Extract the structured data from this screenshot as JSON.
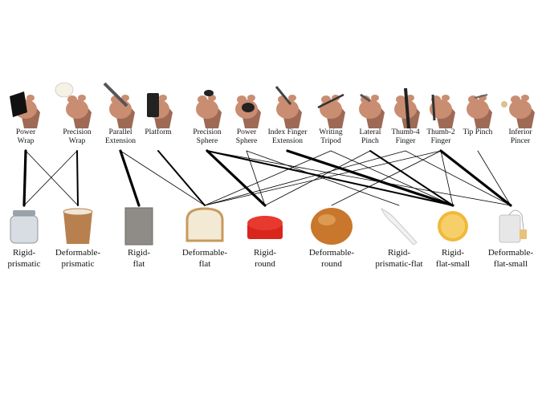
{
  "grasps": [
    {
      "id": "power-wrap",
      "lines": [
        "Power",
        "Wrap"
      ]
    },
    {
      "id": "precision-wrap",
      "lines": [
        "Precision",
        "Wrap"
      ]
    },
    {
      "id": "parallel-extension",
      "lines": [
        "Parallel",
        "Extension"
      ]
    },
    {
      "id": "platform",
      "lines": [
        "Platform"
      ]
    },
    {
      "id": "precision-sphere",
      "lines": [
        "Precision",
        "Sphere"
      ]
    },
    {
      "id": "power-sphere",
      "lines": [
        "Power",
        "Sphere"
      ]
    },
    {
      "id": "index-finger-extension",
      "lines": [
        "Index Finger",
        "Extension"
      ]
    },
    {
      "id": "writing-tripod",
      "lines": [
        "Writing",
        "Tripod"
      ]
    },
    {
      "id": "lateral-pinch",
      "lines": [
        "Lateral",
        "Pinch"
      ]
    },
    {
      "id": "thumb-4-finger",
      "lines": [
        "Thumb-4",
        "Finger"
      ]
    },
    {
      "id": "thumb-2-finger",
      "lines": [
        "Thumb-2",
        "Finger"
      ]
    },
    {
      "id": "tip-pinch",
      "lines": [
        "Tip Pinch"
      ]
    },
    {
      "id": "inferior-pincer",
      "lines": [
        "Inferior",
        "Pincer"
      ]
    }
  ],
  "objects": [
    {
      "id": "rigid-prismatic",
      "lines": [
        "Rigid-",
        "prismatic"
      ],
      "icon": "glass-jar-icon"
    },
    {
      "id": "deformable-prismatic",
      "lines": [
        "Deformable-",
        "prismatic"
      ],
      "icon": "paper-cup-icon"
    },
    {
      "id": "rigid-flat",
      "lines": [
        "Rigid-",
        "flat"
      ],
      "icon": "metal-plate-icon"
    },
    {
      "id": "deformable-flat",
      "lines": [
        "Deformable-",
        "flat"
      ],
      "icon": "bread-slice-icon"
    },
    {
      "id": "rigid-round",
      "lines": [
        "Rigid-",
        "round"
      ],
      "icon": "bottle-cap-icon"
    },
    {
      "id": "deformable-round",
      "lines": [
        "Deformable-",
        "round"
      ],
      "icon": "bread-roll-icon"
    },
    {
      "id": "rigid-prismatic-flat",
      "lines": [
        "Rigid-",
        "prismatic-flat"
      ],
      "icon": "plastic-knife-icon"
    },
    {
      "id": "rigid-flat-small",
      "lines": [
        "Rigid-",
        "flat-small"
      ],
      "icon": "yellow-lid-icon"
    },
    {
      "id": "deformable-flat-small",
      "lines": [
        "Deformable-",
        "flat-small"
      ],
      "icon": "tea-bag-icon"
    }
  ],
  "connections": [
    {
      "from": 0,
      "to": 0,
      "weight": 3
    },
    {
      "from": 0,
      "to": 1,
      "weight": 1
    },
    {
      "from": 1,
      "to": 0,
      "weight": 1
    },
    {
      "from": 1,
      "to": 1,
      "weight": 2
    },
    {
      "from": 2,
      "to": 2,
      "weight": 3
    },
    {
      "from": 2,
      "to": 3,
      "weight": 1
    },
    {
      "from": 3,
      "to": 3,
      "weight": 2
    },
    {
      "from": 4,
      "to": 4,
      "weight": 3
    },
    {
      "from": 4,
      "to": 7,
      "weight": 2
    },
    {
      "from": 4,
      "to": 8,
      "weight": 1
    },
    {
      "from": 5,
      "to": 4,
      "weight": 1
    },
    {
      "from": 5,
      "to": 6,
      "weight": 1
    },
    {
      "from": 6,
      "to": 7,
      "weight": 3
    },
    {
      "from": 7,
      "to": 3,
      "weight": 1
    },
    {
      "from": 7,
      "to": 7,
      "weight": 1
    },
    {
      "from": 8,
      "to": 4,
      "weight": 1
    },
    {
      "from": 8,
      "to": 7,
      "weight": 2
    },
    {
      "from": 9,
      "to": 3,
      "weight": 1
    },
    {
      "from": 9,
      "to": 8,
      "weight": 1
    },
    {
      "from": 10,
      "to": 3,
      "weight": 1
    },
    {
      "from": 10,
      "to": 5,
      "weight": 1
    },
    {
      "from": 10,
      "to": 8,
      "weight": 3
    },
    {
      "from": 10,
      "to": 7,
      "weight": 1
    },
    {
      "from": 11,
      "to": 8,
      "weight": 1
    }
  ]
}
